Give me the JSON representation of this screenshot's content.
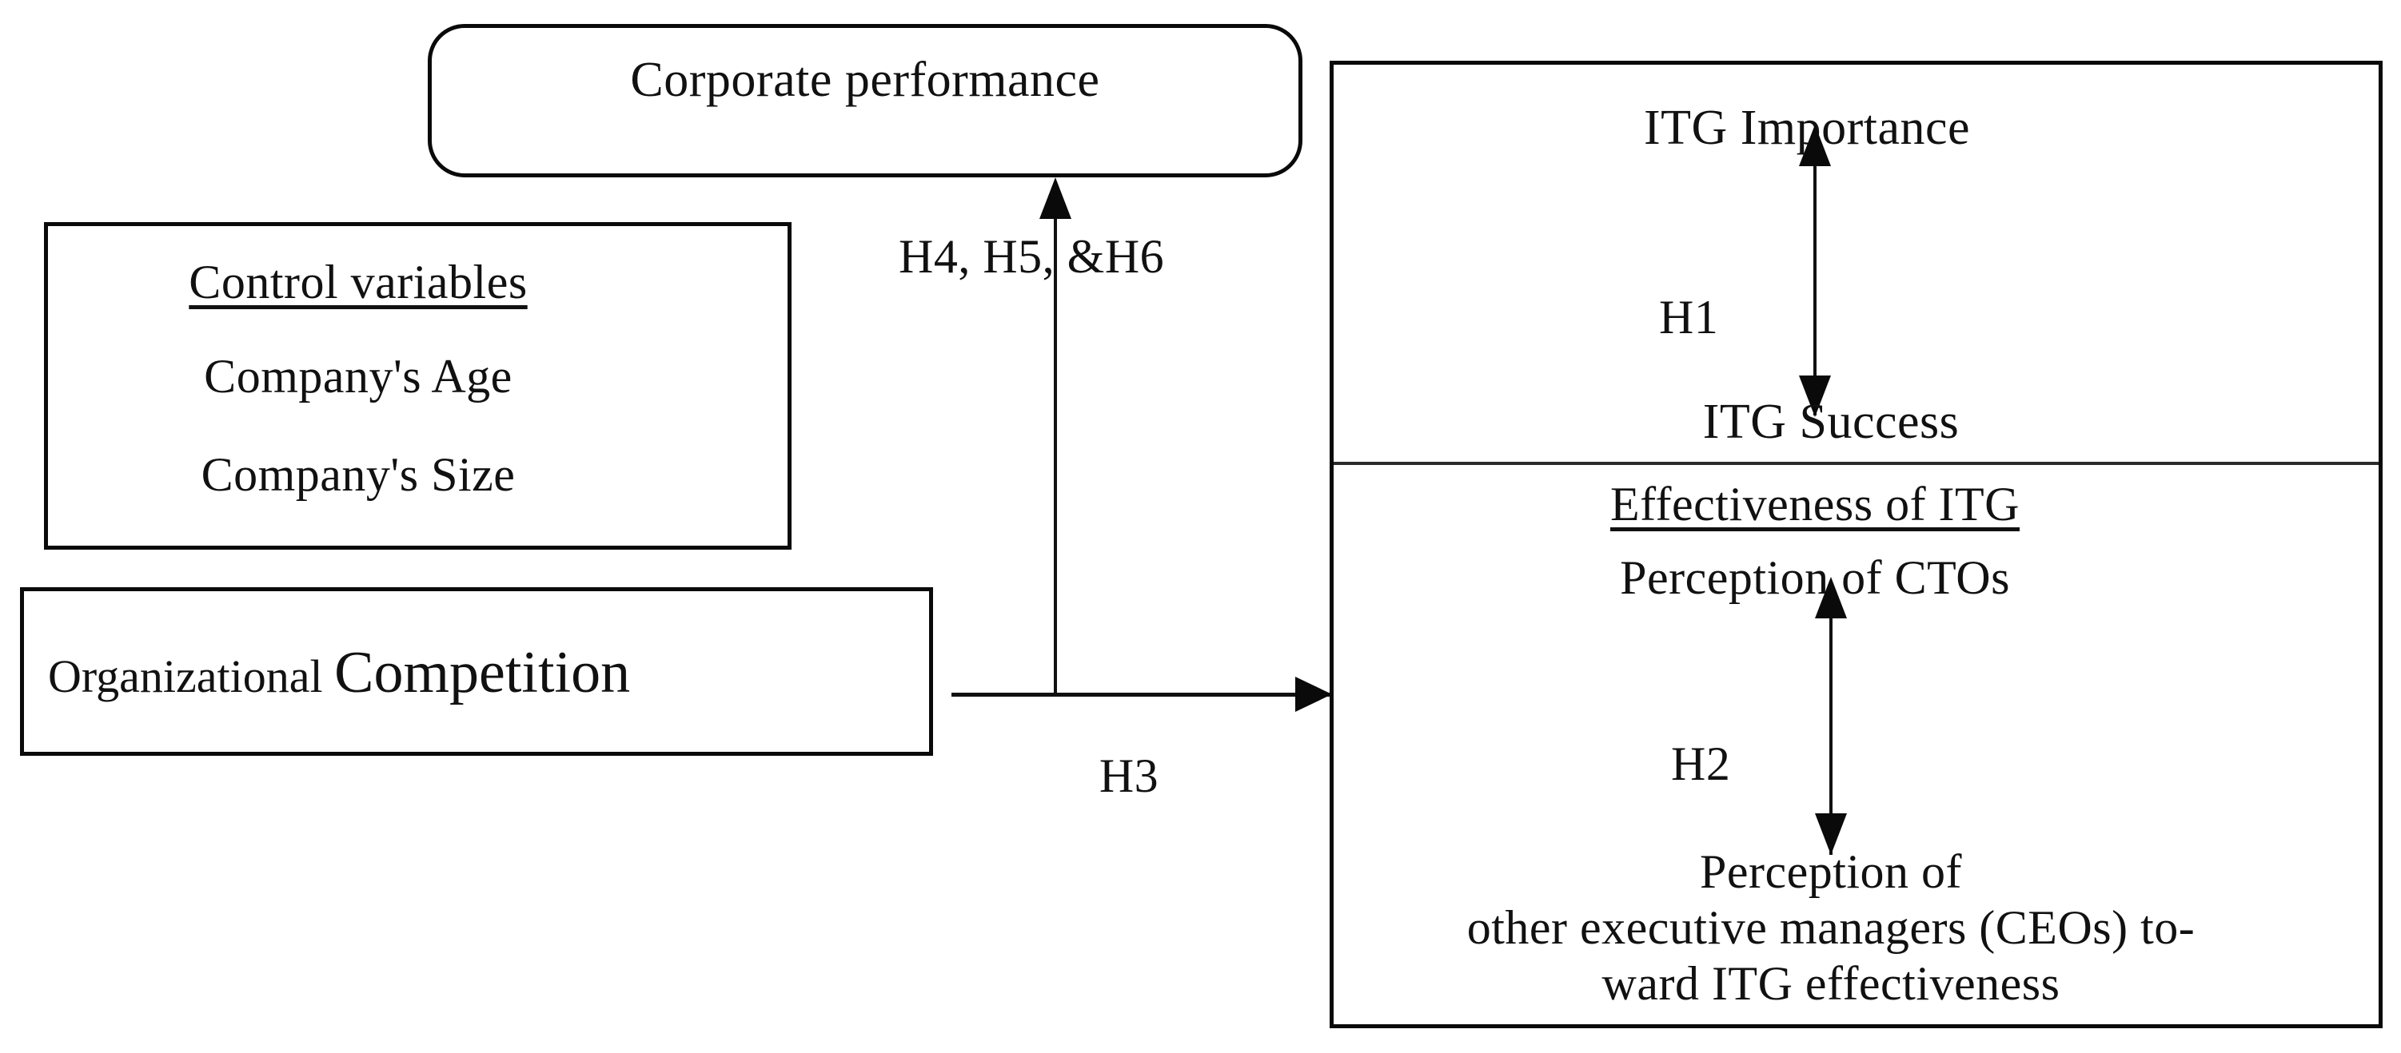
{
  "diagram": {
    "title": "Research model: ITG effectiveness and corporate performance",
    "background_color": "#ffffff",
    "line_color": "#111111"
  },
  "boxes": {
    "corporate_performance": {
      "label": "Corporate performance",
      "shape": "rounded-rectangle"
    },
    "control_variables": {
      "heading": "Control variables",
      "items": [
        "Company's Age",
        "Company's Size"
      ]
    },
    "organizational_competition": {
      "label_part1": "Organizational",
      "label_part2": "Competition"
    },
    "right_panel": {
      "upper": {
        "top_label": "ITG Importance",
        "hypothesis": "H1",
        "bottom_label": "ITG Success"
      },
      "lower": {
        "heading": "Effectiveness of ITG",
        "top_label": "Perception of CTOs",
        "hypothesis": "H2",
        "bottom_line1": "Perception of",
        "bottom_line2": "other executive managers (CEOs) to-",
        "bottom_line3": "ward ITG effectiveness"
      }
    }
  },
  "connectors": {
    "h456": {
      "label": "H4, H5, &H6",
      "direction": "up"
    },
    "h3": {
      "label": "H3",
      "direction": "right"
    },
    "h1": {
      "label": "H1",
      "direction": "bidirectional-vertical"
    },
    "h2": {
      "label": "H2",
      "direction": "bidirectional-vertical"
    }
  }
}
